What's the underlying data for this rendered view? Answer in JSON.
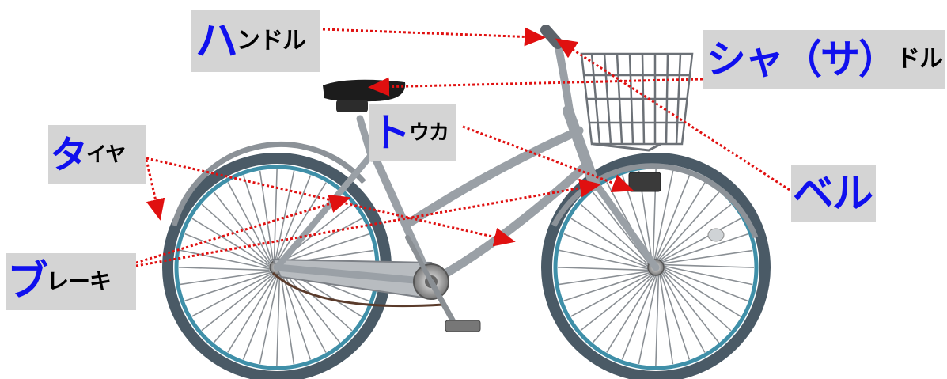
{
  "labels": {
    "handle": {
      "lead": "ハ",
      "rest": "ンドル"
    },
    "saddle": {
      "lead": "シャ（サ）",
      "rest": "ドル"
    },
    "toka": {
      "lead": "ト",
      "rest": "ウカ"
    },
    "tire": {
      "lead": "タ",
      "rest": "イヤ"
    },
    "bell": {
      "lead": "ベル",
      "rest": ""
    },
    "brake": {
      "lead": "ブ",
      "rest": "レーキ"
    }
  },
  "colors": {
    "label_bg": "#d4d4d4",
    "label_lead": "#1010ee",
    "leader_line": "#e01010",
    "frame": "#9aa0a6",
    "tire": "#4a5a66",
    "rim": "#3f8fa8",
    "spoke": "#8a8f94",
    "saddle": "#1c1c1c"
  }
}
